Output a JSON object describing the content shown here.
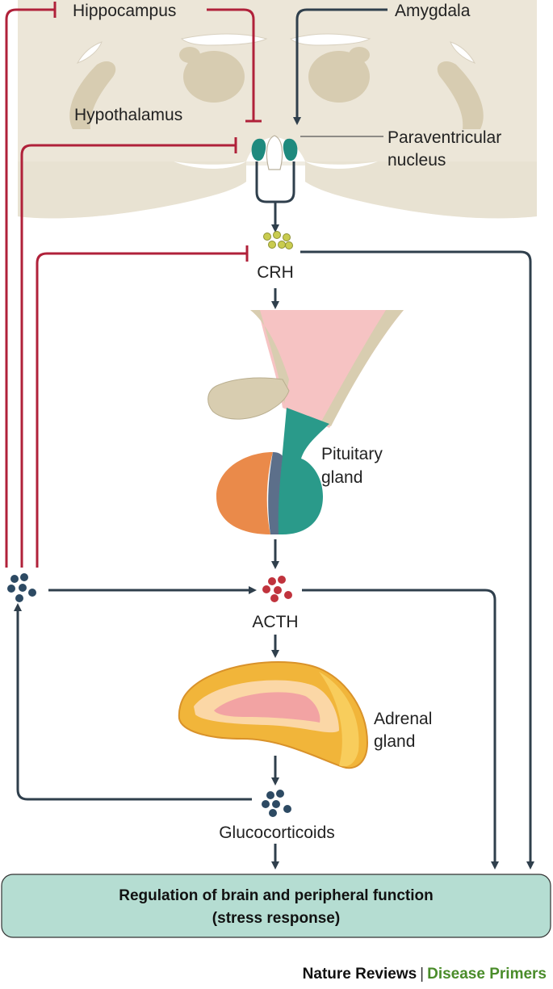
{
  "labels": {
    "hippocampus": "Hippocampus",
    "amygdala": "Amygdala",
    "hypothalamus": "Hypothalamus",
    "paraventricular_line1": "Paraventricular",
    "paraventricular_line2": "nucleus",
    "crh": "CRH",
    "pituitary_line1": "Pituitary",
    "pituitary_line2": "gland",
    "acth": "ACTH",
    "adrenal_line1": "Adrenal",
    "adrenal_line2": "gland",
    "glucocorticoids": "Glucocorticoids"
  },
  "output_box": {
    "line1": "Regulation of brain and peripheral function",
    "line2": "(stress response)"
  },
  "footer": {
    "journal": "Nature Reviews",
    "separator": "|",
    "series": "Disease Primers"
  },
  "colors": {
    "inhibitory": "#b0213a",
    "stimulatory": "#2f3f4c",
    "brain": "#ece6d8",
    "crh_dots": "#c9cc4f",
    "acth_dots": "#c0333d",
    "glucocorticoid_dots": "#2d4a63",
    "box_fill": "#b5ddd2",
    "series_text": "#4a8c2a"
  }
}
